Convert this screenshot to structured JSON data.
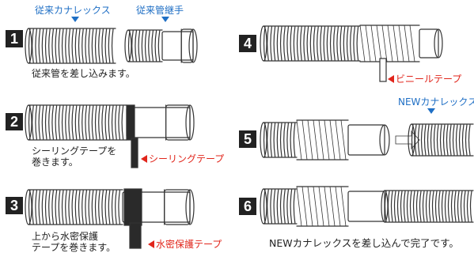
{
  "steps": [
    {
      "number": "1",
      "caption": "従来管を差し込みます。",
      "note": ""
    },
    {
      "number": "2",
      "caption_line1": "シーリングテープを",
      "caption_line2": "巻きます。",
      "note": "シーリングテープ"
    },
    {
      "number": "3",
      "caption_line1": "上から水密保護",
      "caption_line2": "テープを巻きます。",
      "note": "水密保護テープ"
    },
    {
      "number": "4",
      "caption": "",
      "note": "ビニールテープ"
    },
    {
      "number": "5",
      "caption": "",
      "note": "NEWカナレックス"
    },
    {
      "number": "6",
      "caption": "NEWカナレックスを差し込んで完了です。",
      "note": ""
    }
  ],
  "labels": {
    "old_kanalex": "従来カナレックス",
    "old_joint": "従来管継手"
  },
  "colors": {
    "label_blue": "#1f6fc5",
    "label_red": "#e1251b",
    "number_box": "#222222",
    "line": "#333333"
  }
}
